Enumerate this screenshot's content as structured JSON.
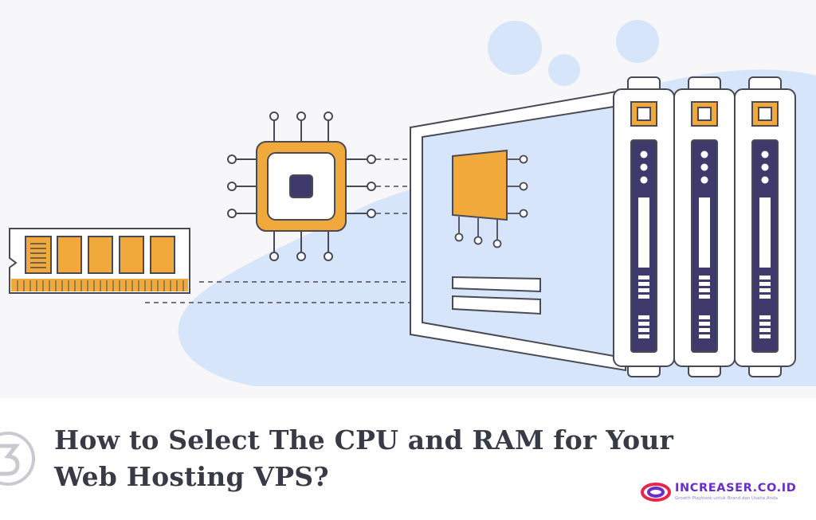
{
  "article": {
    "title_line1": "How to Select The CPU and RAM for Your",
    "title_line2": "Web Hosting VPS?"
  },
  "brand": {
    "name": "INCREASER.CO.ID",
    "tagline": "Growth Playbook untuk Brand dan Usaha Anda"
  },
  "colors": {
    "background": "#f7f7f9",
    "blob": "#d6e5fa",
    "accent_orange": "#f2a93b",
    "dark_purple": "#3f3a6b",
    "outline": "#4a4a55",
    "brand_purple": "#6a2ec9",
    "brand_red": "#e8264b"
  },
  "icons": [
    "ram-module-icon",
    "cpu-chip-icon",
    "server-rack-icon",
    "motherboard-icon",
    "brand-logo-icon"
  ]
}
